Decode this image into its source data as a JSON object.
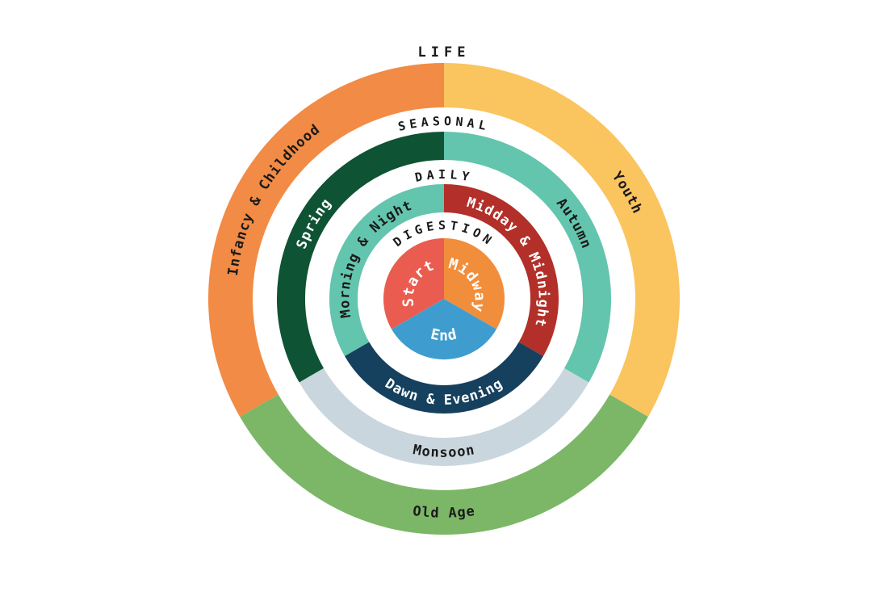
{
  "diagram": {
    "type": "concentric-cycles",
    "background": "#ffffff",
    "rings": [
      {
        "name": "LIFE",
        "segments": [
          {
            "label": "Infancy & Childhood",
            "color": "#F28B45",
            "label_color": "#1a1a1a"
          },
          {
            "label": "Youth",
            "color": "#FAC45F",
            "label_color": "#1a1a1a"
          },
          {
            "label": "Old Age",
            "color": "#7CB768",
            "label_color": "#1a1a1a"
          }
        ]
      },
      {
        "name": "SEASONAL",
        "segments": [
          {
            "label": "Spring",
            "color": "#0E5334",
            "label_color": "#ffffff"
          },
          {
            "label": "Autumn",
            "color": "#63C5AD",
            "label_color": "#1a1a1a"
          },
          {
            "label": "Monsoon",
            "color": "#C9D6DD",
            "label_color": "#1a1a1a"
          }
        ]
      },
      {
        "name": "DAILY",
        "segments": [
          {
            "label": "Morning & Night",
            "color": "#63C5AD",
            "label_color": "#1a1a1a"
          },
          {
            "label": "Midday & Midnight",
            "color": "#B23029",
            "label_color": "#ffffff"
          },
          {
            "label": "Dawn & Evening",
            "color": "#15405E",
            "label_color": "#ffffff"
          }
        ]
      },
      {
        "name": "DIGESTION",
        "segments": [
          {
            "label": "Start",
            "color": "#EA5C4F",
            "label_color": "#ffffff"
          },
          {
            "label": "Midway",
            "color": "#F18E3C",
            "label_color": "#ffffff"
          },
          {
            "label": "End",
            "color": "#3E9DCE",
            "label_color": "#ffffff"
          }
        ]
      }
    ]
  }
}
